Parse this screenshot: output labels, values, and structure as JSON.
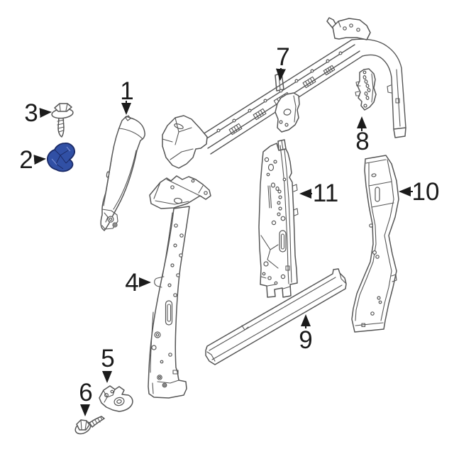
{
  "diagram": {
    "kind": "vehicle-body-side-panel-exploded-parts-diagram",
    "background": "#ffffff",
    "line_color": "#565656",
    "label_color": "#1b1b1b",
    "highlighted_callout": "2",
    "highlight_fill": "#3150a5",
    "highlight_stroke": "#1b2a66",
    "callouts": [
      {
        "number": "1"
      },
      {
        "number": "2"
      },
      {
        "number": "3"
      },
      {
        "number": "4"
      },
      {
        "number": "5"
      },
      {
        "number": "6"
      },
      {
        "number": "7"
      },
      {
        "number": "8"
      },
      {
        "number": "9"
      },
      {
        "number": "10"
      },
      {
        "number": "11"
      }
    ]
  }
}
